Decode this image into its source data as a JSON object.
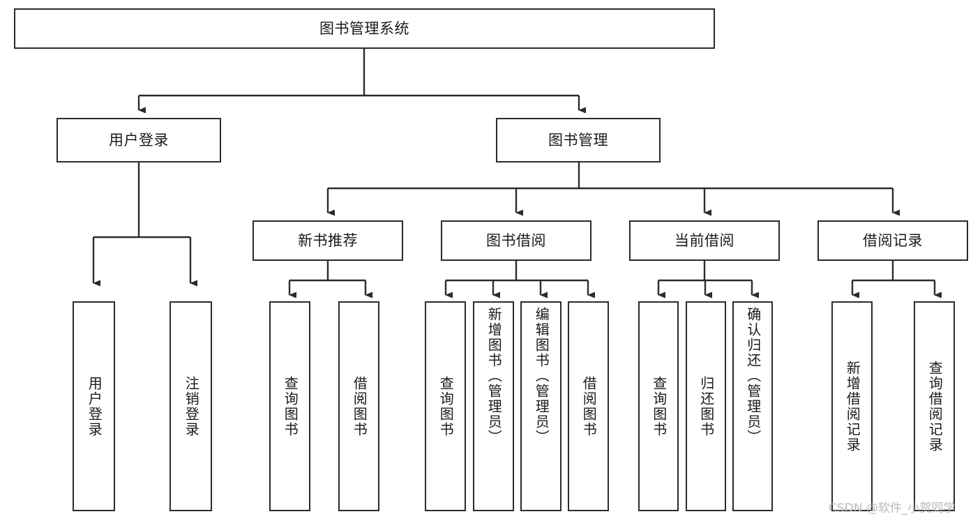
{
  "diagram": {
    "title": "图书管理系统",
    "type": "tree-hierarchy-chart",
    "watermark": "CSDN @软件_小贺同学",
    "colors": {
      "box_border": "#2b2b2b",
      "box_fill": "#ffffff",
      "edge": "#2b2b2b",
      "text": "#1a1a1a",
      "watermark": "#b9b9b9",
      "background": "#ffffff"
    }
  },
  "nodes": {
    "root": {
      "label": "图书管理系统"
    },
    "level2": [
      {
        "id": "user-login",
        "label": "用户登录"
      },
      {
        "id": "book-management",
        "label": "图书管理"
      }
    ],
    "level3": [
      {
        "id": "new-book-recommend",
        "label": "新书推荐"
      },
      {
        "id": "book-borrow",
        "label": "图书借阅"
      },
      {
        "id": "current-borrow",
        "label": "当前借阅"
      },
      {
        "id": "borrow-record",
        "label": "借阅记录"
      }
    ],
    "leaves": {
      "user_login": [
        {
          "id": "leaf-user-login",
          "label": "用户登录"
        },
        {
          "id": "leaf-logout-login",
          "label": "注销登录"
        }
      ],
      "new_book_recommend": [
        {
          "id": "leaf-query-book-1",
          "label": "查询图书"
        },
        {
          "id": "leaf-borrow-book-1",
          "label": "借阅图书"
        }
      ],
      "book_borrow": [
        {
          "id": "leaf-query-book-2",
          "label": "查询图书"
        },
        {
          "id": "leaf-add-book",
          "label": "新增图书（管理员）"
        },
        {
          "id": "leaf-edit-book",
          "label": "编辑图书（管理员）"
        },
        {
          "id": "leaf-borrow-book-2",
          "label": "借阅图书"
        }
      ],
      "current_borrow": [
        {
          "id": "leaf-query-book-3",
          "label": "查询图书"
        },
        {
          "id": "leaf-return-book",
          "label": "归还图书"
        },
        {
          "id": "leaf-confirm-return",
          "label": "确认归还（管理员）"
        }
      ],
      "borrow_record": [
        {
          "id": "leaf-add-record",
          "label": "新增借阅记录"
        },
        {
          "id": "leaf-query-record",
          "label": "查询借阅记录"
        }
      ]
    }
  }
}
